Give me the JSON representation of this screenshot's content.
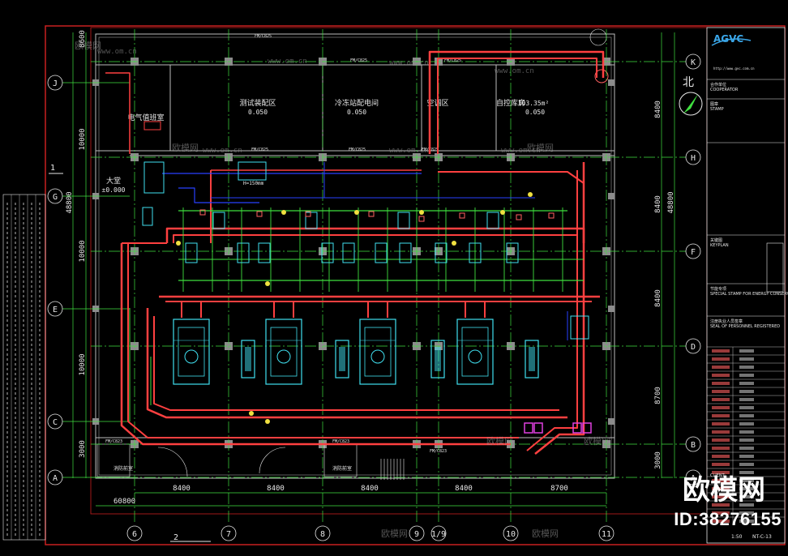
{
  "grid": {
    "rows_right": [
      "K",
      "H",
      "F",
      "D",
      "B",
      "A"
    ],
    "rows_left": [
      "J",
      "G",
      "E",
      "C",
      "A"
    ],
    "columns": [
      "6",
      "7",
      "8",
      "9",
      "1/9",
      "10",
      "11"
    ],
    "bay_widths": [
      "8400",
      "8400",
      "8400",
      "8400",
      "8700"
    ],
    "total_width": "60800",
    "left_dims": [
      "8600",
      "10000",
      "10000",
      "10000",
      "3000"
    ],
    "left_total": "48800",
    "right_dims": [
      "8400",
      "8400",
      "8400",
      "8700",
      "3000"
    ],
    "right_total": "48800"
  },
  "rooms": [
    {
      "name": "测试装配区",
      "level": "0.050"
    },
    {
      "name": "冷冻站配电间",
      "level": "0.050"
    },
    {
      "name": "空调区",
      "level": ""
    },
    {
      "name": "自控库房",
      "level": "103.35m²"
    },
    {
      "name": "电气值班室",
      "level": ""
    },
    {
      "name": "大堂",
      "level": "±0.000"
    }
  ],
  "room_extra_level": "0.050",
  "tags": [
    "FM/C825",
    "FM/C825",
    "FM/C825",
    "FM/C825",
    "FM/C825",
    "FM/C825",
    "FM/C823",
    "FM/C823",
    "FM/C823"
  ],
  "tank_label": "H=150mm",
  "north_label": "北",
  "section_marks": [
    "1",
    "2"
  ],
  "stair_label": "消防前室",
  "title_block": {
    "logo": "AGVC",
    "website": "http://www.gvc.com.cn",
    "sections": [
      {
        "cn": "合作单位",
        "en": "COOPERATOR"
      },
      {
        "cn": "图章",
        "en": "STAMP"
      },
      {
        "cn": "关键图",
        "en": "KEYPLAN"
      },
      {
        "cn": "节能专项",
        "en": "SPECIAL STAMP FOR ENERGY CONSERVATION"
      },
      {
        "cn": "注册执业人员签章",
        "en": "SEAL OF PERSONNEL REGISTERED"
      }
    ],
    "client": "CLIENT:",
    "scale": "1:50",
    "sheet": "NT-C-13"
  },
  "watermark": {
    "brand": "欧模网",
    "site": "www.om.cn",
    "id_text": "ID:38276155"
  }
}
